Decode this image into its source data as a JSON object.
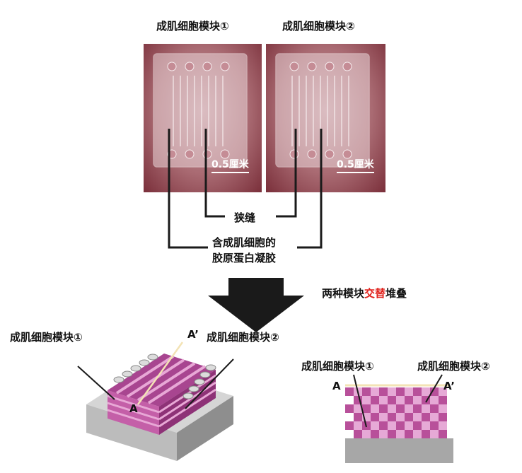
{
  "top_labels": {
    "module1": "成肌细胞模块①",
    "module2": "成肌细胞模块②"
  },
  "photos": {
    "scale_bar_1": "0.5厘米",
    "scale_bar_2": "0.5厘米"
  },
  "callouts": {
    "slit": "狭缝",
    "gel_line1": "含成肌细胞的",
    "gel_line2": "胶原蛋白凝胶"
  },
  "stacking": {
    "text_prefix": "两种模块",
    "text_highlight": "交替",
    "text_suffix": "堆叠",
    "highlight_color": "#e0211b"
  },
  "stack_3d": {
    "module1_label": "成肌细胞模块①",
    "module2_label": "成肌细胞模块②",
    "a_label": "A",
    "a_prime_label": "A’"
  },
  "cross_section": {
    "module1_label": "成肌细胞模块①",
    "module2_label": "成肌细胞模块②",
    "a_label": "A",
    "a_prime_label": "A’"
  },
  "colors": {
    "magenta_dark": "#b8509a",
    "magenta_light": "#e6a9d6",
    "base_gray": "#a7a7a7",
    "leader_line": "#1a1a1a"
  }
}
